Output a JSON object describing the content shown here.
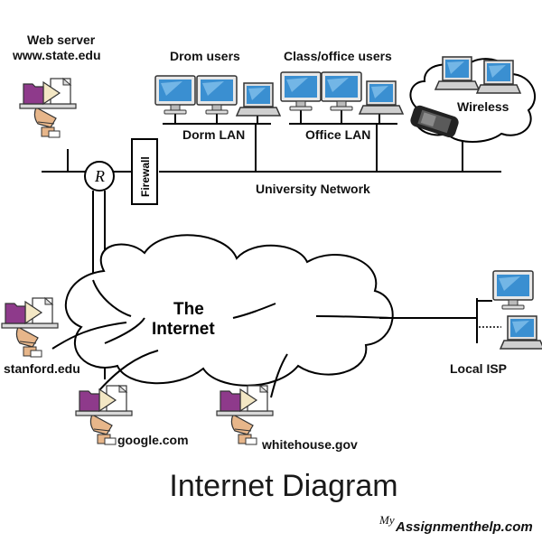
{
  "labels": {
    "web_server": "Web server",
    "web_server_domain": "www.state.edu",
    "dorm_users": "Drom users",
    "class_office_users": "Class/office users",
    "dorm_lan": "Dorm LAN",
    "office_lan": "Office LAN",
    "wireless": "Wireless",
    "router": "R",
    "firewall": "Firewall",
    "university_network": "University Network",
    "internet_line1": "The",
    "internet_line2": "Internet",
    "stanford": "stanford.edu",
    "google": "google.com",
    "whitehouse": "whitehouse.gov",
    "local_isp": "Local ISP"
  },
  "caption": "Internet Diagram",
  "watermark": {
    "prefix": "My",
    "brand": "Assignmenthelp.com"
  },
  "colors": {
    "folder": "#8e3a8b",
    "monitor_screen": "#3a8fd1",
    "cream": "#f3e7c4",
    "hand": "#e7b68a"
  }
}
